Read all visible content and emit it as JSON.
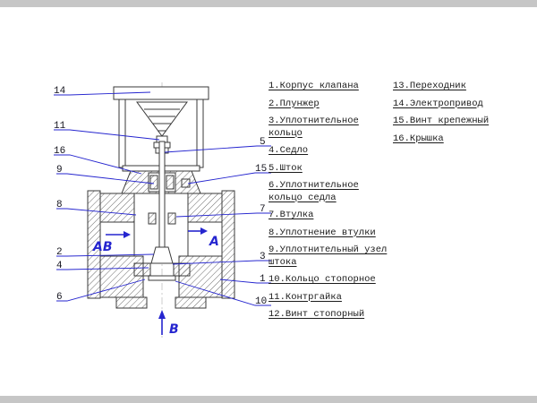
{
  "colors": {
    "accent": "#2525cf",
    "line": "#3a3a3a"
  },
  "drawing": {
    "callouts": {
      "c14": "14",
      "c11": "11",
      "c16": "16",
      "c9": "9",
      "c8": "8",
      "c2": "2",
      "c4": "4",
      "c6": "6",
      "c5": "5",
      "c15": "15",
      "c7": "7",
      "c3": "3",
      "c1": "1",
      "c10": "10"
    },
    "flow": {
      "ab": "АВ",
      "a": "А",
      "b": "В"
    }
  },
  "legend": {
    "col1": [
      "1.Корпус клапана",
      "2.Плунжер",
      "3.Уплотнительное кольцо",
      "4.Седло",
      "5.Шток",
      "6.Уплотнительное кольцо седла",
      "7.Втулка",
      "8.Уплотнение втулки",
      "9.Уплотнительный узел штока",
      "10.Кольцо стопорное",
      "11.Контргайка",
      "12.Винт стопорный"
    ],
    "col2": [
      "13.Переходник",
      "14.Электропривод",
      "15.Винт крепежный",
      "16.Крышка"
    ]
  }
}
